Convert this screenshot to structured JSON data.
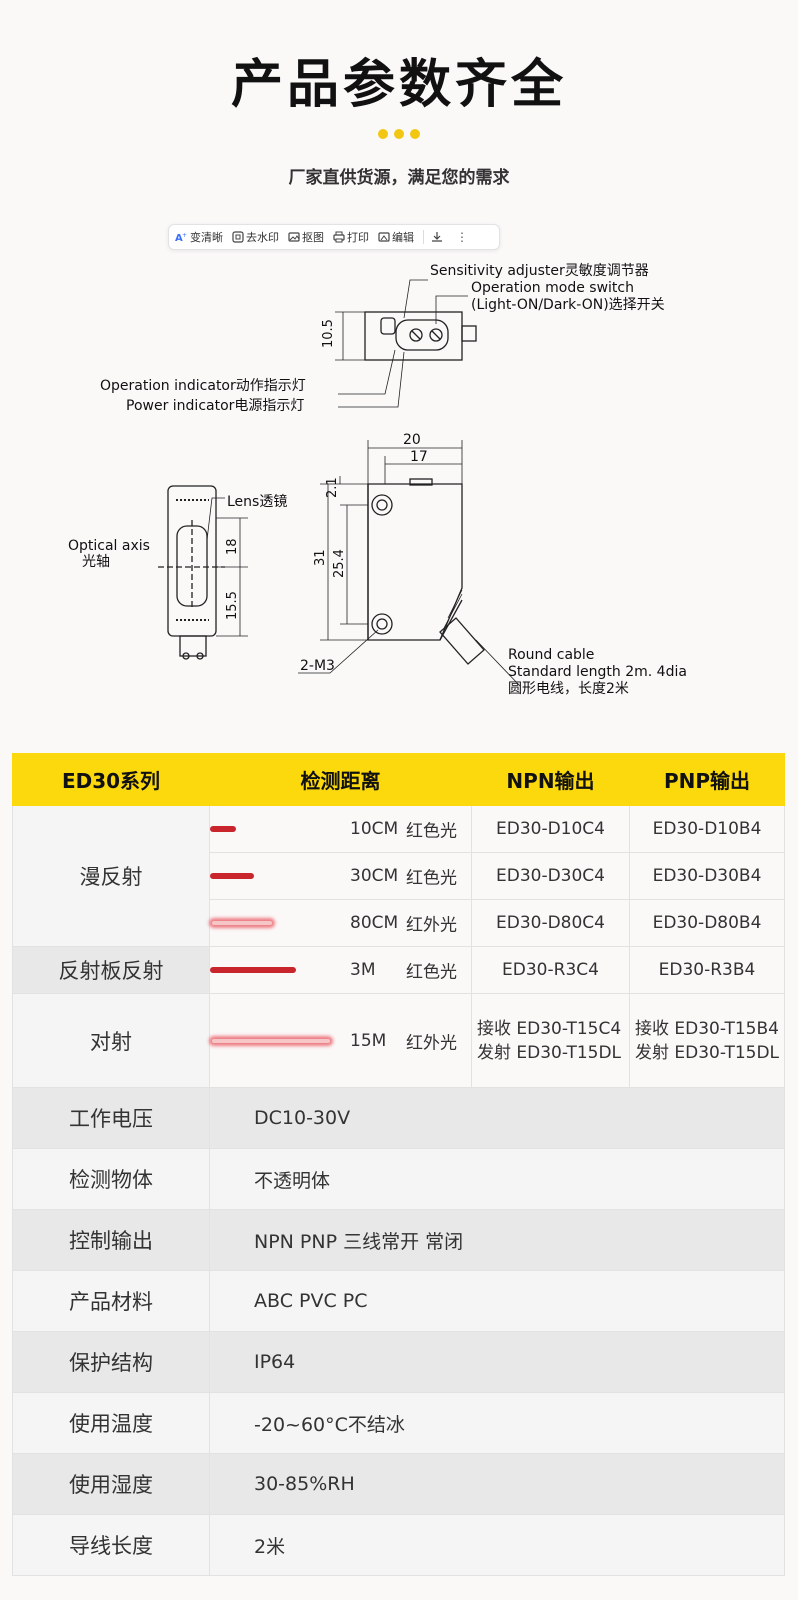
{
  "header": {
    "title": "产品参数齐全",
    "subtitle": "厂家直供货源，满足您的需求"
  },
  "toolbar": {
    "items": [
      "变清晰",
      "去水印",
      "抠图",
      "打印",
      "编辑"
    ]
  },
  "diagram": {
    "sensitivity": "Sensitivity adjuster灵敏度调节器",
    "op_mode": "Operation mode switch",
    "op_mode2": "(Light-ON/Dark-ON)选择开关",
    "dim_10_5": "10.5",
    "op_indicator": "Operation indicator动作指示灯",
    "power_indicator": "Power indicator电源指示灯",
    "lens": "Lens透镜",
    "optical_axis": "Optical axis",
    "optical_axis_cn": "光轴",
    "dim_18": "18",
    "dim_15_5": "15.5",
    "dim_20": "20",
    "dim_17": "17",
    "dim_2_1": "2.1",
    "dim_31": "31",
    "dim_25_4": "25.4",
    "m3": "2-M3",
    "cable1": "Round cable",
    "cable2": "Standard length 2m. 4dia",
    "cable3": "圆形电线，长度2米"
  },
  "table": {
    "headers": [
      "ED30系列",
      "检测距离",
      "NPN输出",
      "PNP输出"
    ],
    "groups": {
      "diffuse": "漫反射",
      "reflector": "反射板反射",
      "through": "对射"
    },
    "rows": [
      {
        "dist": "10CM",
        "light": "红色光",
        "npn": "ED30-D10C4",
        "pnp": "ED30-D10B4"
      },
      {
        "dist": "30CM",
        "light": "红色光",
        "npn": "ED30-D30C4",
        "pnp": "ED30-D30B4"
      },
      {
        "dist": "80CM",
        "light": "红外光",
        "npn": "ED30-D80C4",
        "pnp": "ED30-D80B4"
      },
      {
        "dist": "3M",
        "light": "红色光",
        "npn": "ED30-R3C4",
        "pnp": "ED30-R3B4"
      },
      {
        "dist": "15M",
        "light": "红外光",
        "npn_rx": "接收 ED30-T15C4",
        "npn_tx": "发射 ED30-T15DL",
        "pnp_rx": "接收 ED30-T15B4",
        "pnp_tx": "发射 ED30-T15DL"
      }
    ],
    "params": [
      {
        "name": "工作电压",
        "value": "DC10-30V"
      },
      {
        "name": "检测物体",
        "value": "不透明体"
      },
      {
        "name": "控制输出",
        "value": "NPN PNP 三线常开 常闭"
      },
      {
        "name": "产品材料",
        "value": "ABC PVC PC"
      },
      {
        "name": "保护结构",
        "value": "IP64"
      },
      {
        "name": "使用温度",
        "value": "-20~60°C不结冰"
      },
      {
        "name": "使用湿度",
        "value": "30-85%RH"
      },
      {
        "name": "导线长度",
        "value": "2米"
      }
    ]
  },
  "colors": {
    "accent": "#fbd90c",
    "dots": "#f2c714",
    "red_line": "#c8262c"
  }
}
